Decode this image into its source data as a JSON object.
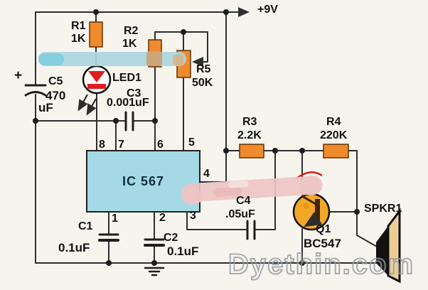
{
  "supply": {
    "label": "+9V"
  },
  "ic": {
    "label": "IC 567",
    "pins": {
      "p1": "1",
      "p2": "2",
      "p3": "3",
      "p4": "4",
      "p5": "5",
      "p6": "6",
      "p7": "7",
      "p8": "8"
    }
  },
  "components": {
    "r1": {
      "name": "R1",
      "value": "1K"
    },
    "r2": {
      "name": "R2",
      "value": "1K"
    },
    "r3": {
      "name": "R3",
      "value": "2.2K"
    },
    "r4": {
      "name": "R4",
      "value": "220K"
    },
    "r5": {
      "name": "R5",
      "value": "50K"
    },
    "c1": {
      "name": "C1",
      "value": "0.1uF"
    },
    "c2": {
      "name": "C2",
      "value": "0.1uF"
    },
    "c3": {
      "name": "C3",
      "value": "0.001uF"
    },
    "c4": {
      "name": "C4",
      "value": ".05uF"
    },
    "c5": {
      "name": "C5",
      "value": "470",
      "unit": "uF",
      "polarity": "+"
    },
    "led1": {
      "name": "LED1"
    },
    "q1": {
      "name": "Q1",
      "value": "BC547"
    },
    "spkr1": {
      "name": "SPKR1"
    }
  },
  "watermark": {
    "text": "Dyethin.com"
  },
  "colors": {
    "wire": "#2e2e2e",
    "component_orange": "#ef8b2d",
    "ic_blue": "#a5d9e6",
    "led_red": "#e21b1b",
    "transistor_orange": "#f4a727",
    "transistor_inner": "#3f2605",
    "speaker_cone": "#eccd96",
    "watermark_gray": "#949aa0",
    "smudge_blue": "#aad6de",
    "smudge_pink": "#eec4c4",
    "paper": "#f7f4ee"
  }
}
